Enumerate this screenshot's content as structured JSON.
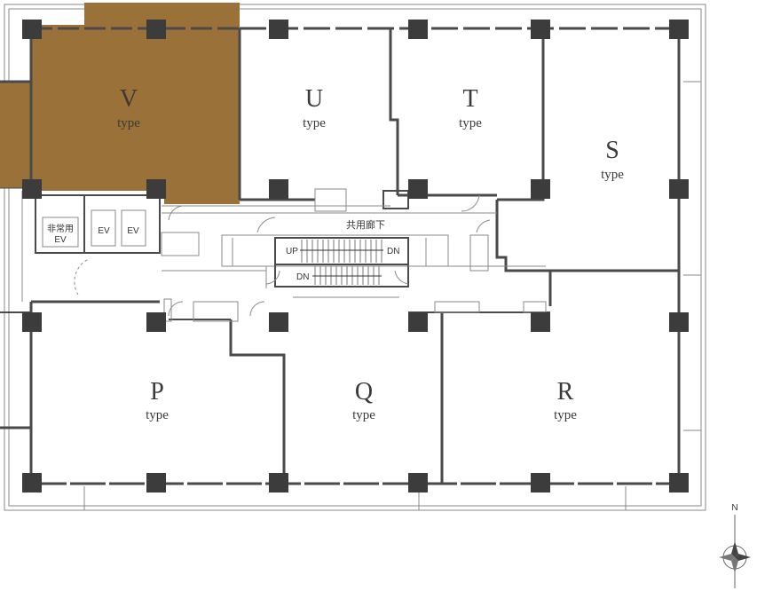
{
  "units": [
    {
      "letter": "V",
      "type": "type",
      "highlighted": true
    },
    {
      "letter": "U",
      "type": "type",
      "highlighted": false
    },
    {
      "letter": "T",
      "type": "type",
      "highlighted": false
    },
    {
      "letter": "S",
      "type": "type",
      "highlighted": false
    },
    {
      "letter": "P",
      "type": "type",
      "highlighted": false
    },
    {
      "letter": "Q",
      "type": "type",
      "highlighted": false
    },
    {
      "letter": "R",
      "type": "type",
      "highlighted": false
    }
  ],
  "core": {
    "corridor_label": "共用廊下",
    "emergency_ev_line1": "非常用",
    "emergency_ev_line2": "EV",
    "ev_1": "EV",
    "ev_2": "EV",
    "stair_up": "UP",
    "stair_dn_upper": "DN",
    "stair_dn_lower": "DN"
  },
  "compass": {
    "north_label": "N"
  },
  "colors": {
    "highlight_fill": "#9a7138",
    "wall": "#4a4a4a",
    "column": "#3c3c3c",
    "glass": "#9a9a9a"
  }
}
